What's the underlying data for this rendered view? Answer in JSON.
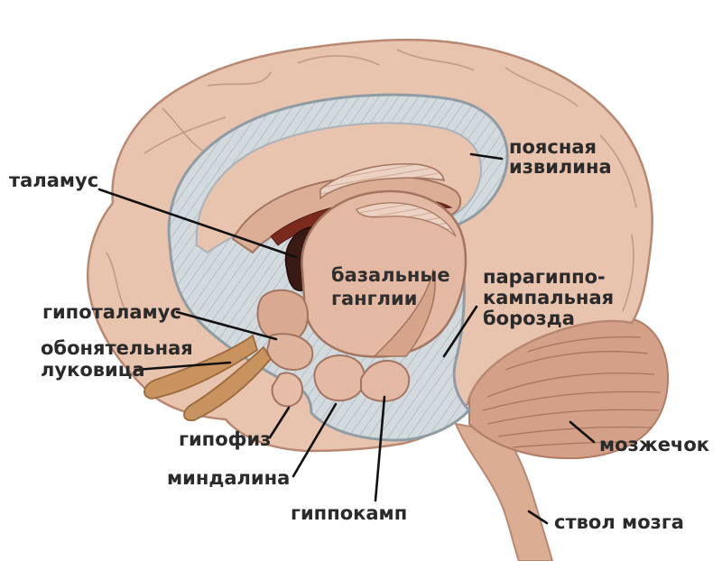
{
  "labels": {
    "cingulate_line1": "поясная",
    "cingulate_line2": "извилина",
    "thalamus": "таламус",
    "basal_line1": "базальные",
    "basal_line2": "ганглии",
    "parahippo_line1": "парагиппо-",
    "parahippo_line2": "кампальная",
    "parahippo_line3": "борозда",
    "hypothalamus": "гипоталамус",
    "olfactory_line1": "обонятельная",
    "olfactory_line2": "луковица",
    "pituitary": "гипофиз",
    "amygdala": "миндалина",
    "hippocampus": "гиппокамп",
    "cerebellum": "мозжечок",
    "brainstem": "ствол мозга"
  },
  "colors": {
    "brain_skin": "#e8c3ad",
    "brain_outline": "#b88873",
    "limbic_band": "#c9d3d8",
    "limbic_stroke": "#8f9ca4",
    "structure_light": "#e3b9a3",
    "structure_mid": "#d5a48a",
    "thalamus_dark": "#3a1a14",
    "fornix_red": "#7a2b1e",
    "olfactory": "#c9935f",
    "cerebellum": "#d4a188",
    "brainstem": "#dbad93",
    "label_text": "#2a2a2a",
    "leader_line": "#111111"
  }
}
